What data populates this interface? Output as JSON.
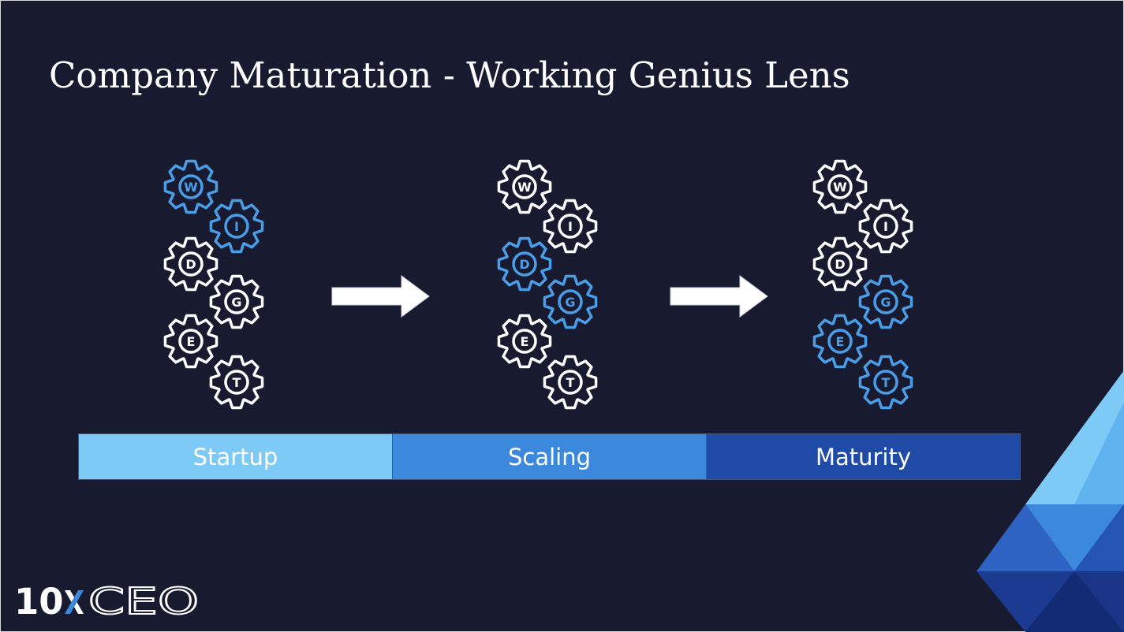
{
  "slide": {
    "title": "Company Maturation - Working Genius Lens"
  },
  "colors": {
    "background": "#181a30",
    "gear_active": "#4a9ee8",
    "gear_inactive": "#ffffff",
    "stage_startup": "#7ecaf6",
    "stage_scaling": "#3b88dd",
    "stage_maturity": "#1f4aa5"
  },
  "gear_letters": [
    "W",
    "I",
    "D",
    "G",
    "E",
    "T"
  ],
  "stacks": [
    {
      "name": "startup",
      "active": [
        "W",
        "I"
      ]
    },
    {
      "name": "scaling",
      "active": [
        "D",
        "G"
      ]
    },
    {
      "name": "maturity",
      "active": [
        "G",
        "E",
        "T"
      ]
    }
  ],
  "stages": [
    {
      "label": "Startup",
      "color": "#7ecaf6"
    },
    {
      "label": "Scaling",
      "color": "#3b88dd"
    },
    {
      "label": "Maturity",
      "color": "#1f4aa5"
    }
  ],
  "logo": {
    "number": "10",
    "x_mark": "X",
    "word": "CEO"
  }
}
